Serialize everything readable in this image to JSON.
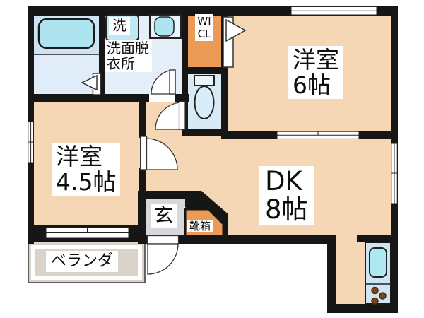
{
  "plan": {
    "type": "floorplan",
    "rooms": {
      "washer_space": {
        "label": "洗"
      },
      "washroom": {
        "label": "洗面脱衣所"
      },
      "wicl": {
        "label": "WICL"
      },
      "bedroom6": {
        "name": "洋室",
        "size": "6帖"
      },
      "bedroom45": {
        "name": "洋室",
        "size": "4.5帖"
      },
      "dk": {
        "name": "DK",
        "size": "8帖"
      },
      "entrance": {
        "label": "玄"
      },
      "shoebox": {
        "label": "靴箱"
      },
      "veranda": {
        "label": "ベランダ"
      }
    },
    "icons": [
      "bathtub-icon",
      "washer-pan-icon",
      "washbasin-icon",
      "toilet-icon",
      "kitchen-sink-icon",
      "stove-burner-icon",
      "door-arc-icon",
      "folding-door-icon",
      "window-icon",
      "sliding-door-icon"
    ],
    "colors": {
      "floor_room": "#f5d7b5",
      "floor_wet": "#e0edf8",
      "floor_toilet": "#d9eaf7",
      "fixture_cyan": "#aee4ef",
      "kitchen_unit": "#cfe4f4",
      "closet_orange": "#eb9b55",
      "entrance_gray": "#d8d8dc",
      "veranda_gray": "#d9d3ca",
      "wall_black": "#161616",
      "burner_brown": "#7d431c"
    }
  }
}
